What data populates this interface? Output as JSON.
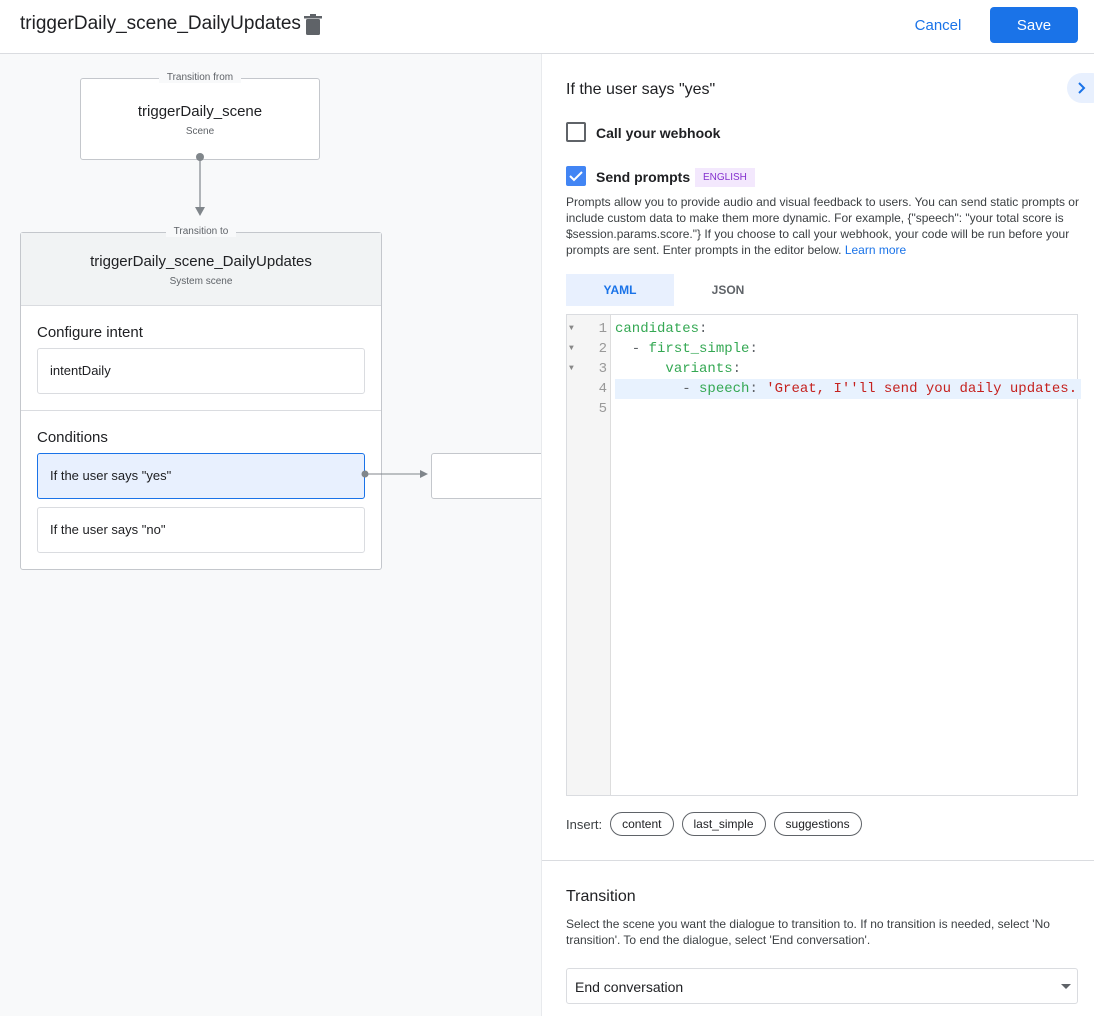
{
  "header": {
    "title": "triggerDaily_scene_DailyUpdates",
    "cancel": "Cancel",
    "save": "Save"
  },
  "canvas": {
    "from": {
      "legend": "Transition from",
      "title": "triggerDaily_scene",
      "subtitle": "Scene"
    },
    "to": {
      "legend": "Transition to",
      "title": "triggerDaily_scene_DailyUpdates",
      "subtitle": "System scene"
    },
    "configure_intent": {
      "label": "Configure intent",
      "intent": "intentDaily"
    },
    "conditions": {
      "label": "Conditions",
      "items": [
        "If the user says \"yes\"",
        "If the user says \"no\""
      ]
    }
  },
  "panel": {
    "heading": "If the user says \"yes\"",
    "webhook": {
      "label": "Call your webhook",
      "checked": false
    },
    "prompts": {
      "label": "Send prompts",
      "checked": true,
      "badge": "ENGLISH",
      "description": "Prompts allow you to provide audio and visual feedback to users. You can send static prompts or include custom data to make them more dynamic. For example, {\"speech\": \"your total score is $session.params.score.\"} If you choose to call your webhook, your code will be run before your prompts are sent. Enter prompts in the editor below. ",
      "learn_more": "Learn more"
    },
    "tabs": [
      "YAML",
      "JSON"
    ],
    "active_tab": "YAML",
    "editor": {
      "line_numbers": [
        "1",
        "2",
        "3",
        "4",
        "5"
      ],
      "l1": {
        "key": "candidates",
        "p": ":"
      },
      "l2": {
        "dash": "  - ",
        "key": "first_simple",
        "p": ":"
      },
      "l3": {
        "indent": "      ",
        "key": "variants",
        "p": ":"
      },
      "l4": {
        "dash": "        - ",
        "key": "speech",
        "p": ": ",
        "val": "'Great, I''ll send you daily updates."
      }
    },
    "insert": {
      "label": "Insert:",
      "chips": [
        "content",
        "last_simple",
        "suggestions"
      ]
    },
    "transition": {
      "heading": "Transition",
      "description": "Select the scene you want the dialogue to transition to. If no transition is needed, select 'No transition'. To end the dialogue, select 'End conversation'.",
      "selected": "End conversation"
    }
  },
  "colors": {
    "accent": "#1a73e8",
    "badge_bg": "#f3e8fd",
    "badge_text": "#8430ce"
  }
}
